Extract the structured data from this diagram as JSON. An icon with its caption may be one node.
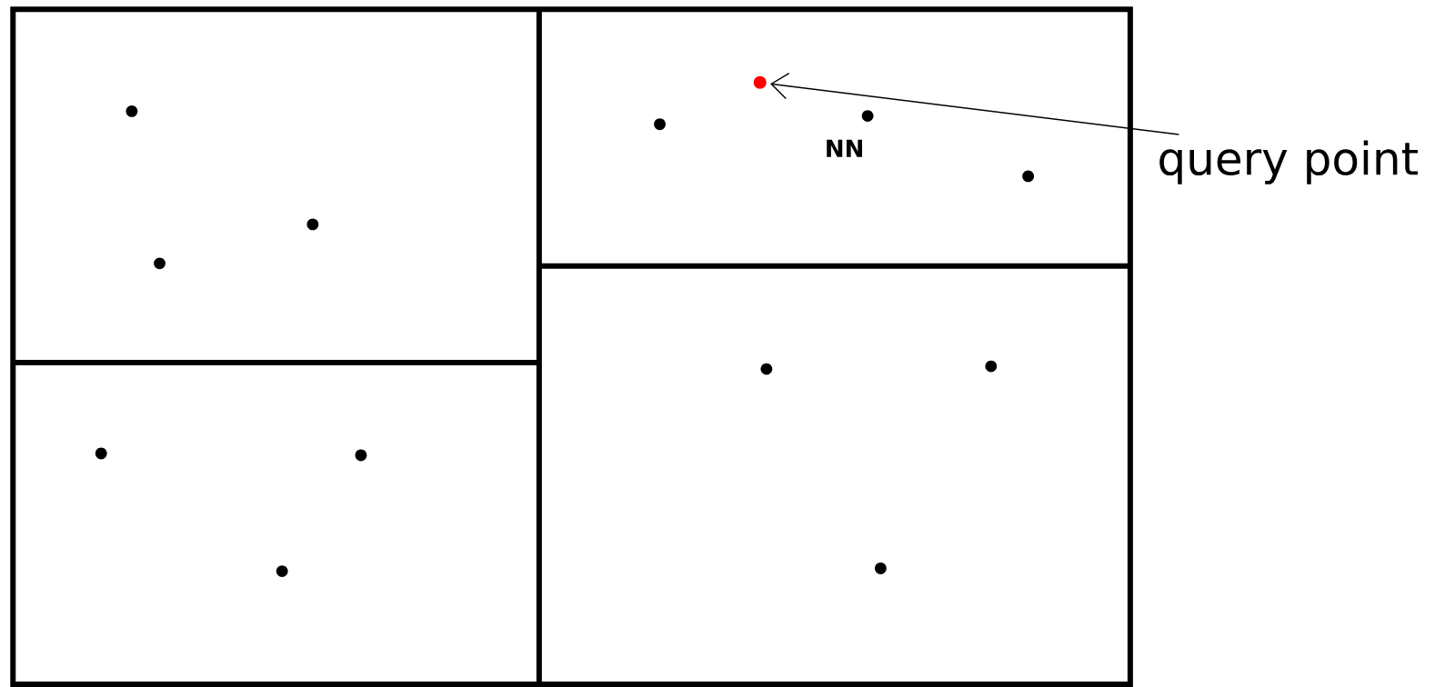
{
  "diagram": {
    "nodes": [
      {
        "text": [
          "query point"
        ]
      },
      {
        "text": [],
        "shape": "circle"
      }
    ],
    "edges": [
      {
        "from": 0,
        "to": 1,
        "arrow": "to"
      }
    ],
    "labels": [
      "NN"
    ]
  }
}
